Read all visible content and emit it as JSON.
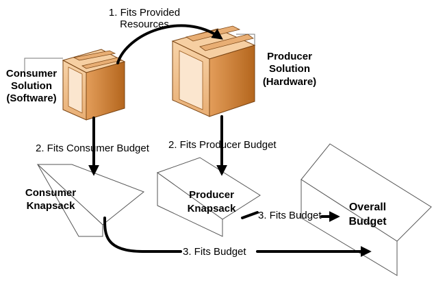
{
  "labels": {
    "fits_provided": [
      "1. Fits Provided",
      "Resources"
    ],
    "consumer_solution": [
      "Consumer",
      "Solution",
      "(Software)"
    ],
    "producer_solution": [
      "Producer",
      "Solution",
      "(Hardware)"
    ],
    "fits_consumer_budget": "2. Fits Consumer Budget",
    "fits_producer_budget": "2. Fits Producer Budget",
    "consumer_knapsack": [
      "Consumer",
      "Knapsack"
    ],
    "producer_knapsack": [
      "Producer",
      "Knapsack"
    ],
    "overall_budget": [
      "Overall",
      "Budget"
    ],
    "fits_budget_producer": "3. Fits Budget",
    "fits_budget_consumer": "3. Fits Budget"
  },
  "colors": {
    "crate_light": "#f3c99a",
    "crate_mid": "#e09a55",
    "crate_dark": "#b8691f",
    "line": "#000000"
  }
}
